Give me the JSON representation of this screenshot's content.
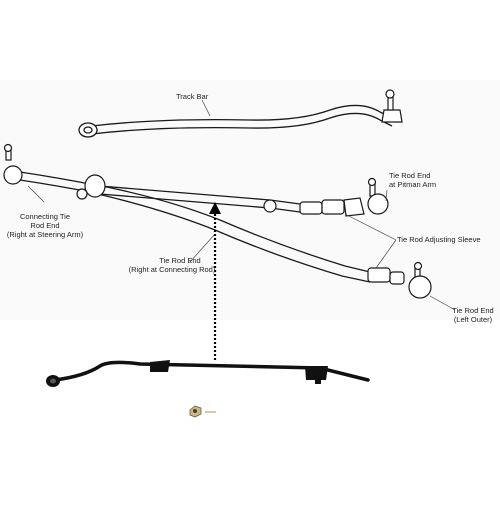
{
  "labels": {
    "track_bar": "Track Bar",
    "tie_rod_end_pitman_1": "Tie Rod End",
    "tie_rod_end_pitman_2": "at Pitman Arm",
    "connecting_tie_1": "Connecting Tie",
    "connecting_tie_2": "Rod End",
    "connecting_tie_3": "(Right at Steering Arm)",
    "adjusting_sleeve": "Tie Rod Adjusting Sleeve",
    "tie_rod_end_conn_1": "Tie Rod End",
    "tie_rod_end_conn_2": "(Right at Connecting Rod)",
    "tie_rod_end_left_1": "Tie Rod End",
    "tie_rod_end_left_2": "(Left Outer)"
  },
  "colors": {
    "line_art": "#1a1a1a",
    "part_photo": "#111111",
    "arrow": "#000000",
    "nut": "#c9b98a"
  }
}
